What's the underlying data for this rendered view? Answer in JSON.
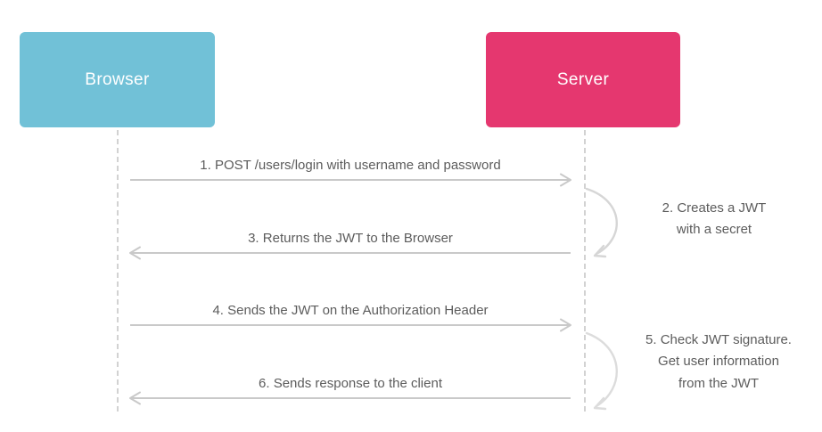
{
  "diagram": {
    "title": "JWT authentication sequence diagram",
    "type": "sequence-diagram",
    "background_color": "#ffffff",
    "line_color": "#c9c9c9",
    "text_color": "#5c5c5c"
  },
  "actors": [
    {
      "id": "browser",
      "label": "Browser",
      "color": "#71c1d7",
      "text_color": "#ffffff"
    },
    {
      "id": "server",
      "label": "Server",
      "color": "#e5376f",
      "text_color": "#ffffff"
    }
  ],
  "messages": [
    {
      "number": "1.",
      "label": "1. POST /users/login with username and password",
      "direction": "right",
      "from": "browser",
      "to": "server"
    },
    {
      "number": "2.",
      "label": "2. Creates a JWT\nwith a secret",
      "line1": "2. Creates a JWT",
      "line2": "with a secret",
      "direction": "self",
      "from": "server",
      "to": "server"
    },
    {
      "number": "3.",
      "label": "3. Returns the JWT to the Browser",
      "direction": "left",
      "from": "server",
      "to": "browser"
    },
    {
      "number": "4.",
      "label": "4. Sends the JWT on the Authorization Header",
      "direction": "right",
      "from": "browser",
      "to": "server"
    },
    {
      "number": "5.",
      "label": "5. Check JWT signature.\nGet user information\nfrom the JWT",
      "line1": "5. Check JWT signature.",
      "line2": "Get user information",
      "line3": "from the JWT",
      "direction": "self",
      "from": "server",
      "to": "server"
    },
    {
      "number": "6.",
      "label": "6. Sends response to the client",
      "direction": "left",
      "from": "server",
      "to": "browser"
    }
  ]
}
